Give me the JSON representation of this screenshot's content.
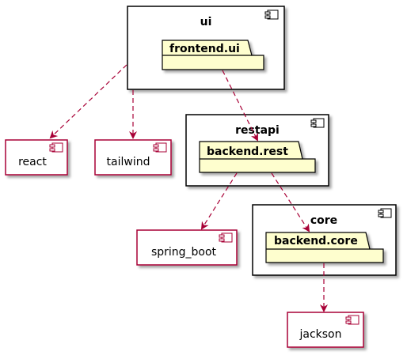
{
  "components": {
    "ui": {
      "title": "ui",
      "package": "frontend.ui"
    },
    "restapi": {
      "title": "restapi",
      "package": "backend.rest"
    },
    "core": {
      "title": "core",
      "package": "backend.core"
    }
  },
  "libraries": {
    "react": "react",
    "tailwind": "tailwind",
    "spring_boot": "spring_boot",
    "jackson": "jackson"
  },
  "dependencies": [
    {
      "from": "ui",
      "to": "react"
    },
    {
      "from": "ui",
      "to": "tailwind"
    },
    {
      "from": "frontend.ui",
      "to": "backend.rest"
    },
    {
      "from": "backend.rest",
      "to": "spring_boot"
    },
    {
      "from": "backend.rest",
      "to": "backend.core"
    },
    {
      "from": "backend.core",
      "to": "jackson"
    }
  ],
  "colors": {
    "package_fill": "#fefece",
    "library_border": "#a80036",
    "arrow": "#a80036"
  }
}
